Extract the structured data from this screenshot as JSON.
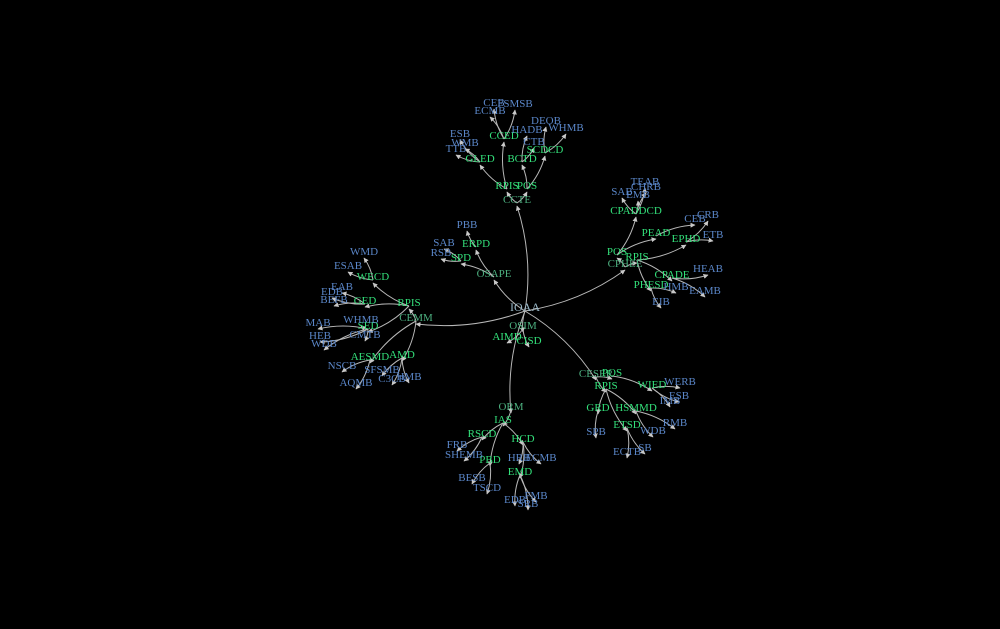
{
  "graph": {
    "background": "#000000",
    "colors": {
      "root": "#9ab8c8",
      "branch": "#4caf7f",
      "mid": "#33e07a",
      "leaf": "#5a86c8",
      "edge": "#b8b8b8"
    },
    "nodes": [
      {
        "id": "IOAA",
        "label": "IOAA",
        "kind": "root"
      },
      {
        "id": "OSIM",
        "label": "OSIM",
        "kind": "branch"
      },
      {
        "id": "AIMD",
        "label": "AIMD",
        "kind": "mid"
      },
      {
        "id": "CISD",
        "label": "CISD",
        "kind": "mid"
      },
      {
        "id": "CCTE",
        "label": "CCTE",
        "kind": "branch"
      },
      {
        "id": "OSAPE",
        "label": "OSAPE",
        "kind": "branch"
      },
      {
        "id": "CPHEE",
        "label": "CPHEE",
        "kind": "branch"
      },
      {
        "id": "CESER",
        "label": "CESER",
        "kind": "branch"
      },
      {
        "id": "ORM",
        "label": "ORM",
        "kind": "branch"
      },
      {
        "id": "CEMM",
        "label": "CEMM",
        "kind": "branch"
      },
      {
        "id": "RPIS1",
        "label": "RPIS",
        "kind": "mid"
      },
      {
        "id": "POS1",
        "label": "POS",
        "kind": "mid"
      },
      {
        "id": "GLED",
        "label": "GLED",
        "kind": "mid"
      },
      {
        "id": "BCTD",
        "label": "BCTD",
        "kind": "mid"
      },
      {
        "id": "CCED",
        "label": "CCED",
        "kind": "mid"
      },
      {
        "id": "SCDCD",
        "label": "SCDCD",
        "kind": "mid"
      },
      {
        "id": "ECMB",
        "label": "ECMB",
        "kind": "leaf"
      },
      {
        "id": "CEB",
        "label": "CEB",
        "kind": "leaf"
      },
      {
        "id": "FSMSB",
        "label": "FSMSB",
        "kind": "leaf"
      },
      {
        "id": "ESB",
        "label": "ESB",
        "kind": "leaf"
      },
      {
        "id": "WMB",
        "label": "WMB",
        "kind": "leaf"
      },
      {
        "id": "TTB",
        "label": "TTB",
        "kind": "leaf"
      },
      {
        "id": "HADB",
        "label": "HADB",
        "kind": "leaf"
      },
      {
        "id": "DEOB",
        "label": "DEOB",
        "kind": "leaf"
      },
      {
        "id": "WHMB",
        "label": "WHMB",
        "kind": "leaf"
      },
      {
        "id": "CTB",
        "label": "CTB",
        "kind": "leaf"
      },
      {
        "id": "ERPD",
        "label": "ERPD",
        "kind": "mid"
      },
      {
        "id": "SPD",
        "label": "SPD",
        "kind": "mid"
      },
      {
        "id": "PBB",
        "label": "PBB",
        "kind": "leaf"
      },
      {
        "id": "SAB",
        "label": "SAB",
        "kind": "leaf"
      },
      {
        "id": "RSB",
        "label": "RSB",
        "kind": "leaf"
      },
      {
        "id": "POS2",
        "label": "POS",
        "kind": "mid"
      },
      {
        "id": "RPIS2",
        "label": "RPIS",
        "kind": "mid"
      },
      {
        "id": "CPADDCD",
        "label": "CPADDCD",
        "kind": "mid"
      },
      {
        "id": "PEAD",
        "label": "PEAD",
        "kind": "mid"
      },
      {
        "id": "EPHD",
        "label": "EPHD",
        "kind": "mid"
      },
      {
        "id": "CPADE",
        "label": "CPADE",
        "kind": "mid"
      },
      {
        "id": "PHESD",
        "label": "PHESD",
        "kind": "mid"
      },
      {
        "id": "SAB2",
        "label": "SAB",
        "kind": "leaf"
      },
      {
        "id": "TEAB",
        "label": "TEAB",
        "kind": "leaf"
      },
      {
        "id": "CHRB",
        "label": "CHRB",
        "kind": "leaf"
      },
      {
        "id": "EMB",
        "label": "EMB",
        "kind": "leaf"
      },
      {
        "id": "CEB2",
        "label": "CEB",
        "kind": "leaf"
      },
      {
        "id": "CRB",
        "label": "CRB",
        "kind": "leaf"
      },
      {
        "id": "ETB",
        "label": "ETB",
        "kind": "leaf"
      },
      {
        "id": "HEAB",
        "label": "HEAB",
        "kind": "leaf"
      },
      {
        "id": "EAMB",
        "label": "EAMB",
        "kind": "leaf"
      },
      {
        "id": "EIB",
        "label": "EIB",
        "kind": "leaf"
      },
      {
        "id": "HMB",
        "label": "HMB",
        "kind": "leaf"
      },
      {
        "id": "WECD",
        "label": "WECD",
        "kind": "mid"
      },
      {
        "id": "RPIS3",
        "label": "RPIS",
        "kind": "mid"
      },
      {
        "id": "GED",
        "label": "GED",
        "kind": "mid"
      },
      {
        "id": "SED",
        "label": "SED",
        "kind": "mid"
      },
      {
        "id": "AESMD",
        "label": "AESMD",
        "kind": "mid"
      },
      {
        "id": "AMD",
        "label": "AMD",
        "kind": "mid"
      },
      {
        "id": "WMD",
        "label": "WMD",
        "kind": "leaf"
      },
      {
        "id": "ESAB",
        "label": "ESAB",
        "kind": "leaf"
      },
      {
        "id": "EAB",
        "label": "EAB",
        "kind": "leaf"
      },
      {
        "id": "EDB",
        "label": "EDB",
        "kind": "leaf"
      },
      {
        "id": "BEFB",
        "label": "BEFB",
        "kind": "leaf"
      },
      {
        "id": "WHMB2",
        "label": "WHMB",
        "kind": "leaf"
      },
      {
        "id": "MAB",
        "label": "MAB",
        "kind": "leaf"
      },
      {
        "id": "HEB",
        "label": "HEB",
        "kind": "leaf"
      },
      {
        "id": "WDB",
        "label": "WDB",
        "kind": "leaf"
      },
      {
        "id": "CMTB",
        "label": "CMTB",
        "kind": "leaf"
      },
      {
        "id": "NSCB",
        "label": "NSCB",
        "kind": "leaf"
      },
      {
        "id": "SFSMB",
        "label": "SFSMB",
        "kind": "leaf"
      },
      {
        "id": "AQMB",
        "label": "AQMB",
        "kind": "leaf"
      },
      {
        "id": "C3CB",
        "label": "C3CB",
        "kind": "leaf"
      },
      {
        "id": "HMB2",
        "label": "HMB",
        "kind": "leaf"
      },
      {
        "id": "POS3",
        "label": "POS",
        "kind": "mid"
      },
      {
        "id": "RPIS4",
        "label": "RPIS",
        "kind": "mid"
      },
      {
        "id": "WIED",
        "label": "WIED",
        "kind": "mid"
      },
      {
        "id": "GRD",
        "label": "GRD",
        "kind": "mid"
      },
      {
        "id": "HSMMD",
        "label": "HSMMD",
        "kind": "mid"
      },
      {
        "id": "ETSD",
        "label": "ETSD",
        "kind": "mid"
      },
      {
        "id": "WERB",
        "label": "WERB",
        "kind": "leaf"
      },
      {
        "id": "ESB2",
        "label": "ESB",
        "kind": "leaf"
      },
      {
        "id": "IMB",
        "label": "IMB",
        "kind": "leaf"
      },
      {
        "id": "SPB",
        "label": "SPB",
        "kind": "leaf"
      },
      {
        "id": "RMB",
        "label": "RMB",
        "kind": "leaf"
      },
      {
        "id": "WDB2",
        "label": "WDB",
        "kind": "leaf"
      },
      {
        "id": "ECTB",
        "label": "ECTB",
        "kind": "leaf"
      },
      {
        "id": "SB",
        "label": "SB",
        "kind": "leaf"
      },
      {
        "id": "IAS",
        "label": "IAS",
        "kind": "mid"
      },
      {
        "id": "RSCD",
        "label": "RSCD",
        "kind": "mid"
      },
      {
        "id": "HCD",
        "label": "HCD",
        "kind": "mid"
      },
      {
        "id": "PBD",
        "label": "PBD",
        "kind": "mid"
      },
      {
        "id": "EMD",
        "label": "EMD",
        "kind": "mid"
      },
      {
        "id": "FRB",
        "label": "FRB",
        "kind": "leaf"
      },
      {
        "id": "SHEMB",
        "label": "SHEMB",
        "kind": "leaf"
      },
      {
        "id": "HRB",
        "label": "HRB",
        "kind": "leaf"
      },
      {
        "id": "ECMB2",
        "label": "ECMB",
        "kind": "leaf"
      },
      {
        "id": "BESB",
        "label": "BESB",
        "kind": "leaf"
      },
      {
        "id": "TSCD",
        "label": "TSCD",
        "kind": "leaf"
      },
      {
        "id": "EDB2",
        "label": "EDB",
        "kind": "leaf"
      },
      {
        "id": "SRB",
        "label": "SRB",
        "kind": "leaf"
      },
      {
        "id": "FMB",
        "label": "FMB",
        "kind": "leaf"
      }
    ]
  }
}
